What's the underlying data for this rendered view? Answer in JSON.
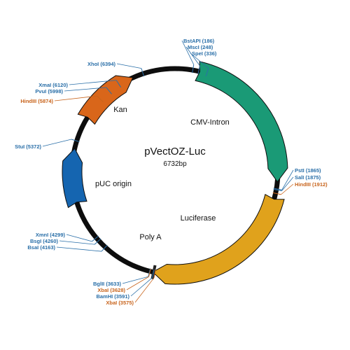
{
  "plasmid": {
    "name": "pVectOZ-Luc",
    "size": "6732bp",
    "total_bp": 6732
  },
  "colors": {
    "backbone": "#0d0d0d",
    "site_blue": "#2a6fa8",
    "site_orange": "#c8641c",
    "cmv": "#1a9a76",
    "luciferase": "#e0a21c",
    "kan": "#d9661a",
    "puc": "#1565b0"
  },
  "features": [
    {
      "name": "CMV-Intron",
      "start": 236,
      "end": 1790,
      "color": "#1a9a76",
      "label_color": "#111111"
    },
    {
      "name": "Luciferase",
      "start": 1950,
      "end": 3600,
      "color": "#e0a21c",
      "label_color": "#e0a21c"
    },
    {
      "name": "Poly A",
      "start": 3590,
      "end": 3660,
      "color": "#222222",
      "label_color": "#111111"
    },
    {
      "name": "pUC origin",
      "start": 4700,
      "end": 5290,
      "color": "#1565b0",
      "label_color": "#111111"
    },
    {
      "name": "Kan",
      "start": 5620,
      "end": 6280,
      "color": "#d9661a",
      "label_color": "#111111"
    }
  ],
  "sites": [
    {
      "label": "BstAPI (186)",
      "pos": 186,
      "color": "#2a6fa8"
    },
    {
      "label": "MscI (248)",
      "pos": 248,
      "color": "#2a6fa8"
    },
    {
      "label": "SpeI (336)",
      "pos": 336,
      "color": "#2a6fa8"
    },
    {
      "label": "PstI (1865)",
      "pos": 1865,
      "color": "#2a6fa8"
    },
    {
      "label": "SalI (1875)",
      "pos": 1875,
      "color": "#2a6fa8"
    },
    {
      "label": "HindIII (1912)",
      "pos": 1912,
      "color": "#c8641c"
    },
    {
      "label": "BglII (3633)",
      "pos": 3633,
      "color": "#2a6fa8"
    },
    {
      "label": "XbaI (3628)",
      "pos": 3628,
      "color": "#c8641c"
    },
    {
      "label": "BamHI (3591)",
      "pos": 3591,
      "color": "#2a6fa8"
    },
    {
      "label": "XbaI (3575)",
      "pos": 3575,
      "color": "#c8641c"
    },
    {
      "label": "XmnI (4299)",
      "pos": 4299,
      "color": "#2a6fa8"
    },
    {
      "label": "BsgI (4260)",
      "pos": 4260,
      "color": "#2a6fa8"
    },
    {
      "label": "BsaI (4163)",
      "pos": 4163,
      "color": "#2a6fa8"
    },
    {
      "label": "StuI (5372)",
      "pos": 5372,
      "color": "#2a6fa8"
    },
    {
      "label": "HindIII (5874)",
      "pos": 5874,
      "color": "#c8641c"
    },
    {
      "label": "PvuI (5998)",
      "pos": 5998,
      "color": "#2a6fa8"
    },
    {
      "label": "XmaI (6120)",
      "pos": 6120,
      "color": "#2a6fa8"
    },
    {
      "label": "XhoI (6394)",
      "pos": 6394,
      "color": "#2a6fa8"
    }
  ]
}
